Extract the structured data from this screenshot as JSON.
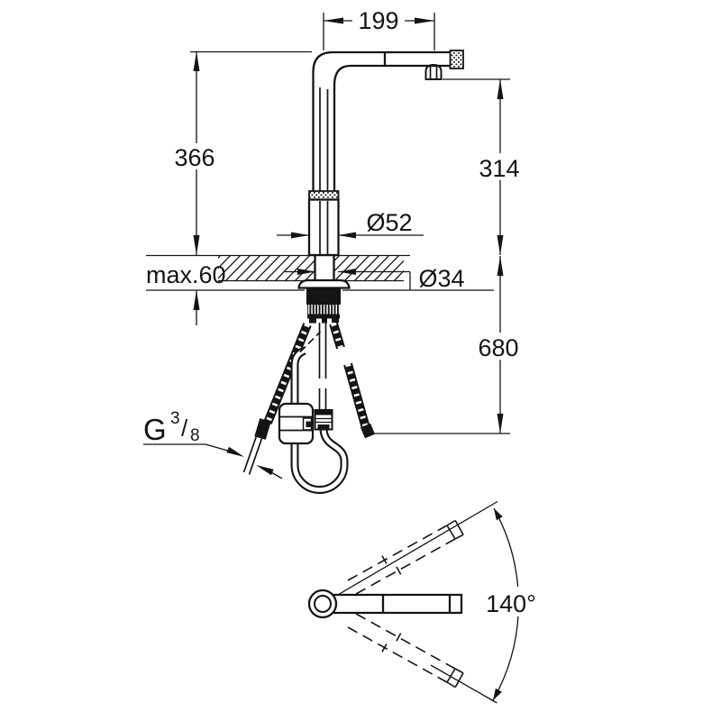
{
  "drawing_title": "faucet-installation-dimension-drawing",
  "ink_color": "#141414",
  "background_color": "#ffffff",
  "labels": {
    "reach": "199",
    "height_total": "366",
    "spout_height": "314",
    "base_diameter": "Ø52",
    "max_counter_thickness": "max.60",
    "hole_diameter": "Ø34",
    "hose_drop": "680",
    "swivel_angle": "140°",
    "thread": {
      "g": "G",
      "num": "3",
      "slash": "/",
      "den": "8"
    }
  }
}
